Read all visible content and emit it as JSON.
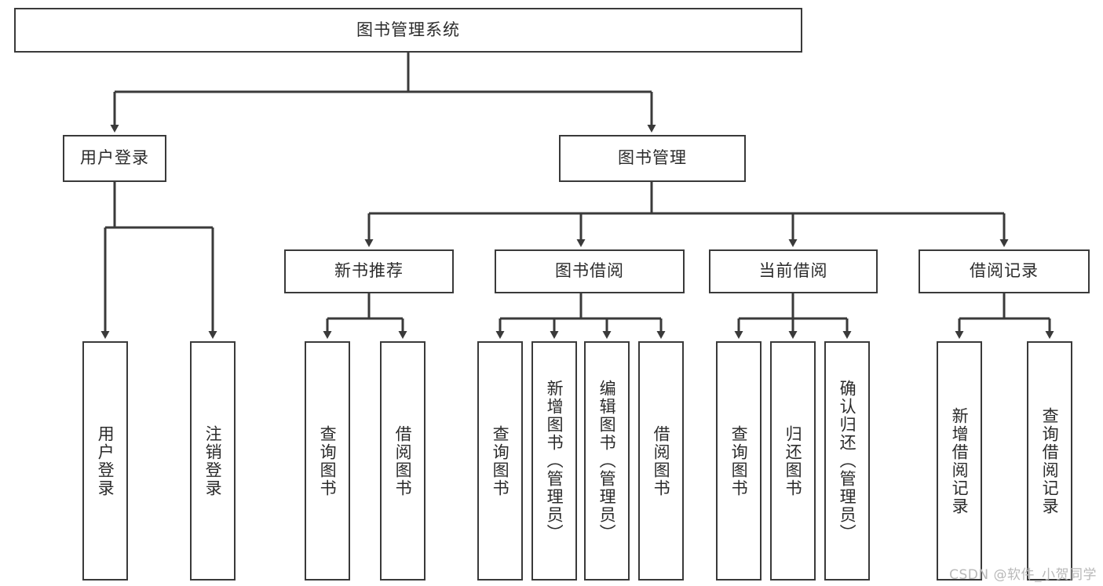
{
  "diagram": {
    "title": "图书管理系统",
    "style": {
      "box_border_color": "#3a3a3a",
      "box_fill_color": "#ffffff",
      "line_color": "#3a3a3a",
      "text_color": "#2b2b2b",
      "background": "#ffffff"
    },
    "root": {
      "label": "图书管理系统"
    },
    "level2": [
      {
        "label": "用户登录"
      },
      {
        "label": "图书管理"
      }
    ],
    "level3": [
      {
        "label": "新书推荐"
      },
      {
        "label": "图书借阅"
      },
      {
        "label": "当前借阅"
      },
      {
        "label": "借阅记录"
      }
    ],
    "leaves": {
      "user_login": [
        {
          "label": "用户登录"
        },
        {
          "label": "注销登录"
        }
      ],
      "new_book_recommend": [
        {
          "label": "查询图书"
        },
        {
          "label": "借阅图书"
        }
      ],
      "book_borrow": [
        {
          "label": "查询图书"
        },
        {
          "label": "新增图书（管理员）"
        },
        {
          "label": "编辑图书（管理员）"
        },
        {
          "label": "借阅图书"
        }
      ],
      "current_borrow": [
        {
          "label": "查询图书"
        },
        {
          "label": "归还图书"
        },
        {
          "label": "确认归还（管理员）"
        }
      ],
      "borrow_record": [
        {
          "label": "新增借阅记录"
        },
        {
          "label": "查询借阅记录"
        }
      ]
    }
  },
  "watermark": {
    "text": "CSDN @软件_小贺同学"
  }
}
